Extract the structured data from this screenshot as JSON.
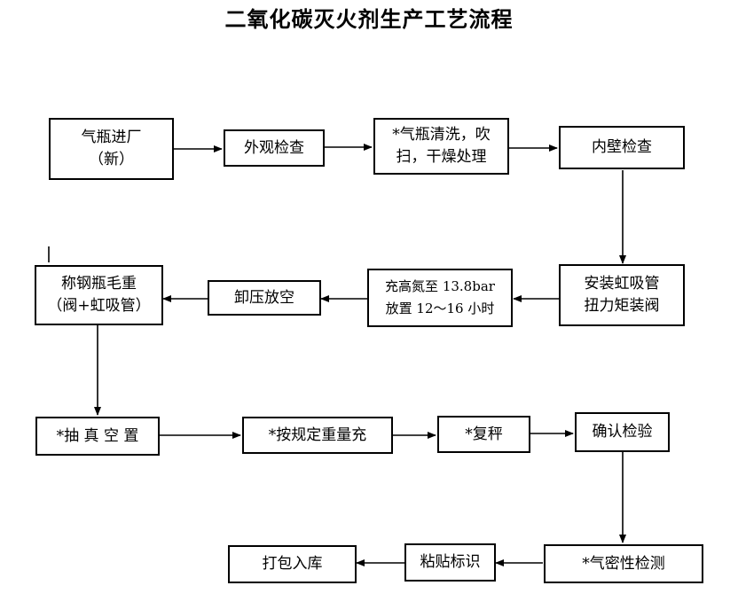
{
  "title": "二氧化碳灭火剂生产工艺流程",
  "steps": {
    "s1": {
      "line1": "气瓶进厂",
      "line2": "（新）"
    },
    "s2": {
      "line1": "外观检查"
    },
    "s3": {
      "line1": "*气瓶清洗，吹",
      "line2": "扫，干燥处理"
    },
    "s4": {
      "line1": "内壁检查"
    },
    "s5": {
      "line1": "安装虹吸管",
      "line2": "扭力矩装阀"
    },
    "s6": {
      "line1": "充高氮至 13.8bar",
      "line2": "放置 12～16 小时"
    },
    "s7": {
      "line1": "卸压放空"
    },
    "s8": {
      "line1": "称钢瓶毛重",
      "line2": "（阀+虹吸管）"
    },
    "s9": {
      "line1": "*抽 真 空 置"
    },
    "s10": {
      "line1": "*按规定重量充"
    },
    "s11": {
      "line1": "*复秤"
    },
    "s12": {
      "line1": "确认检验"
    },
    "s13": {
      "line1": "*气密性检测"
    },
    "s14": {
      "line1": "粘贴标识"
    },
    "s15": {
      "line1": "打包入库"
    }
  }
}
